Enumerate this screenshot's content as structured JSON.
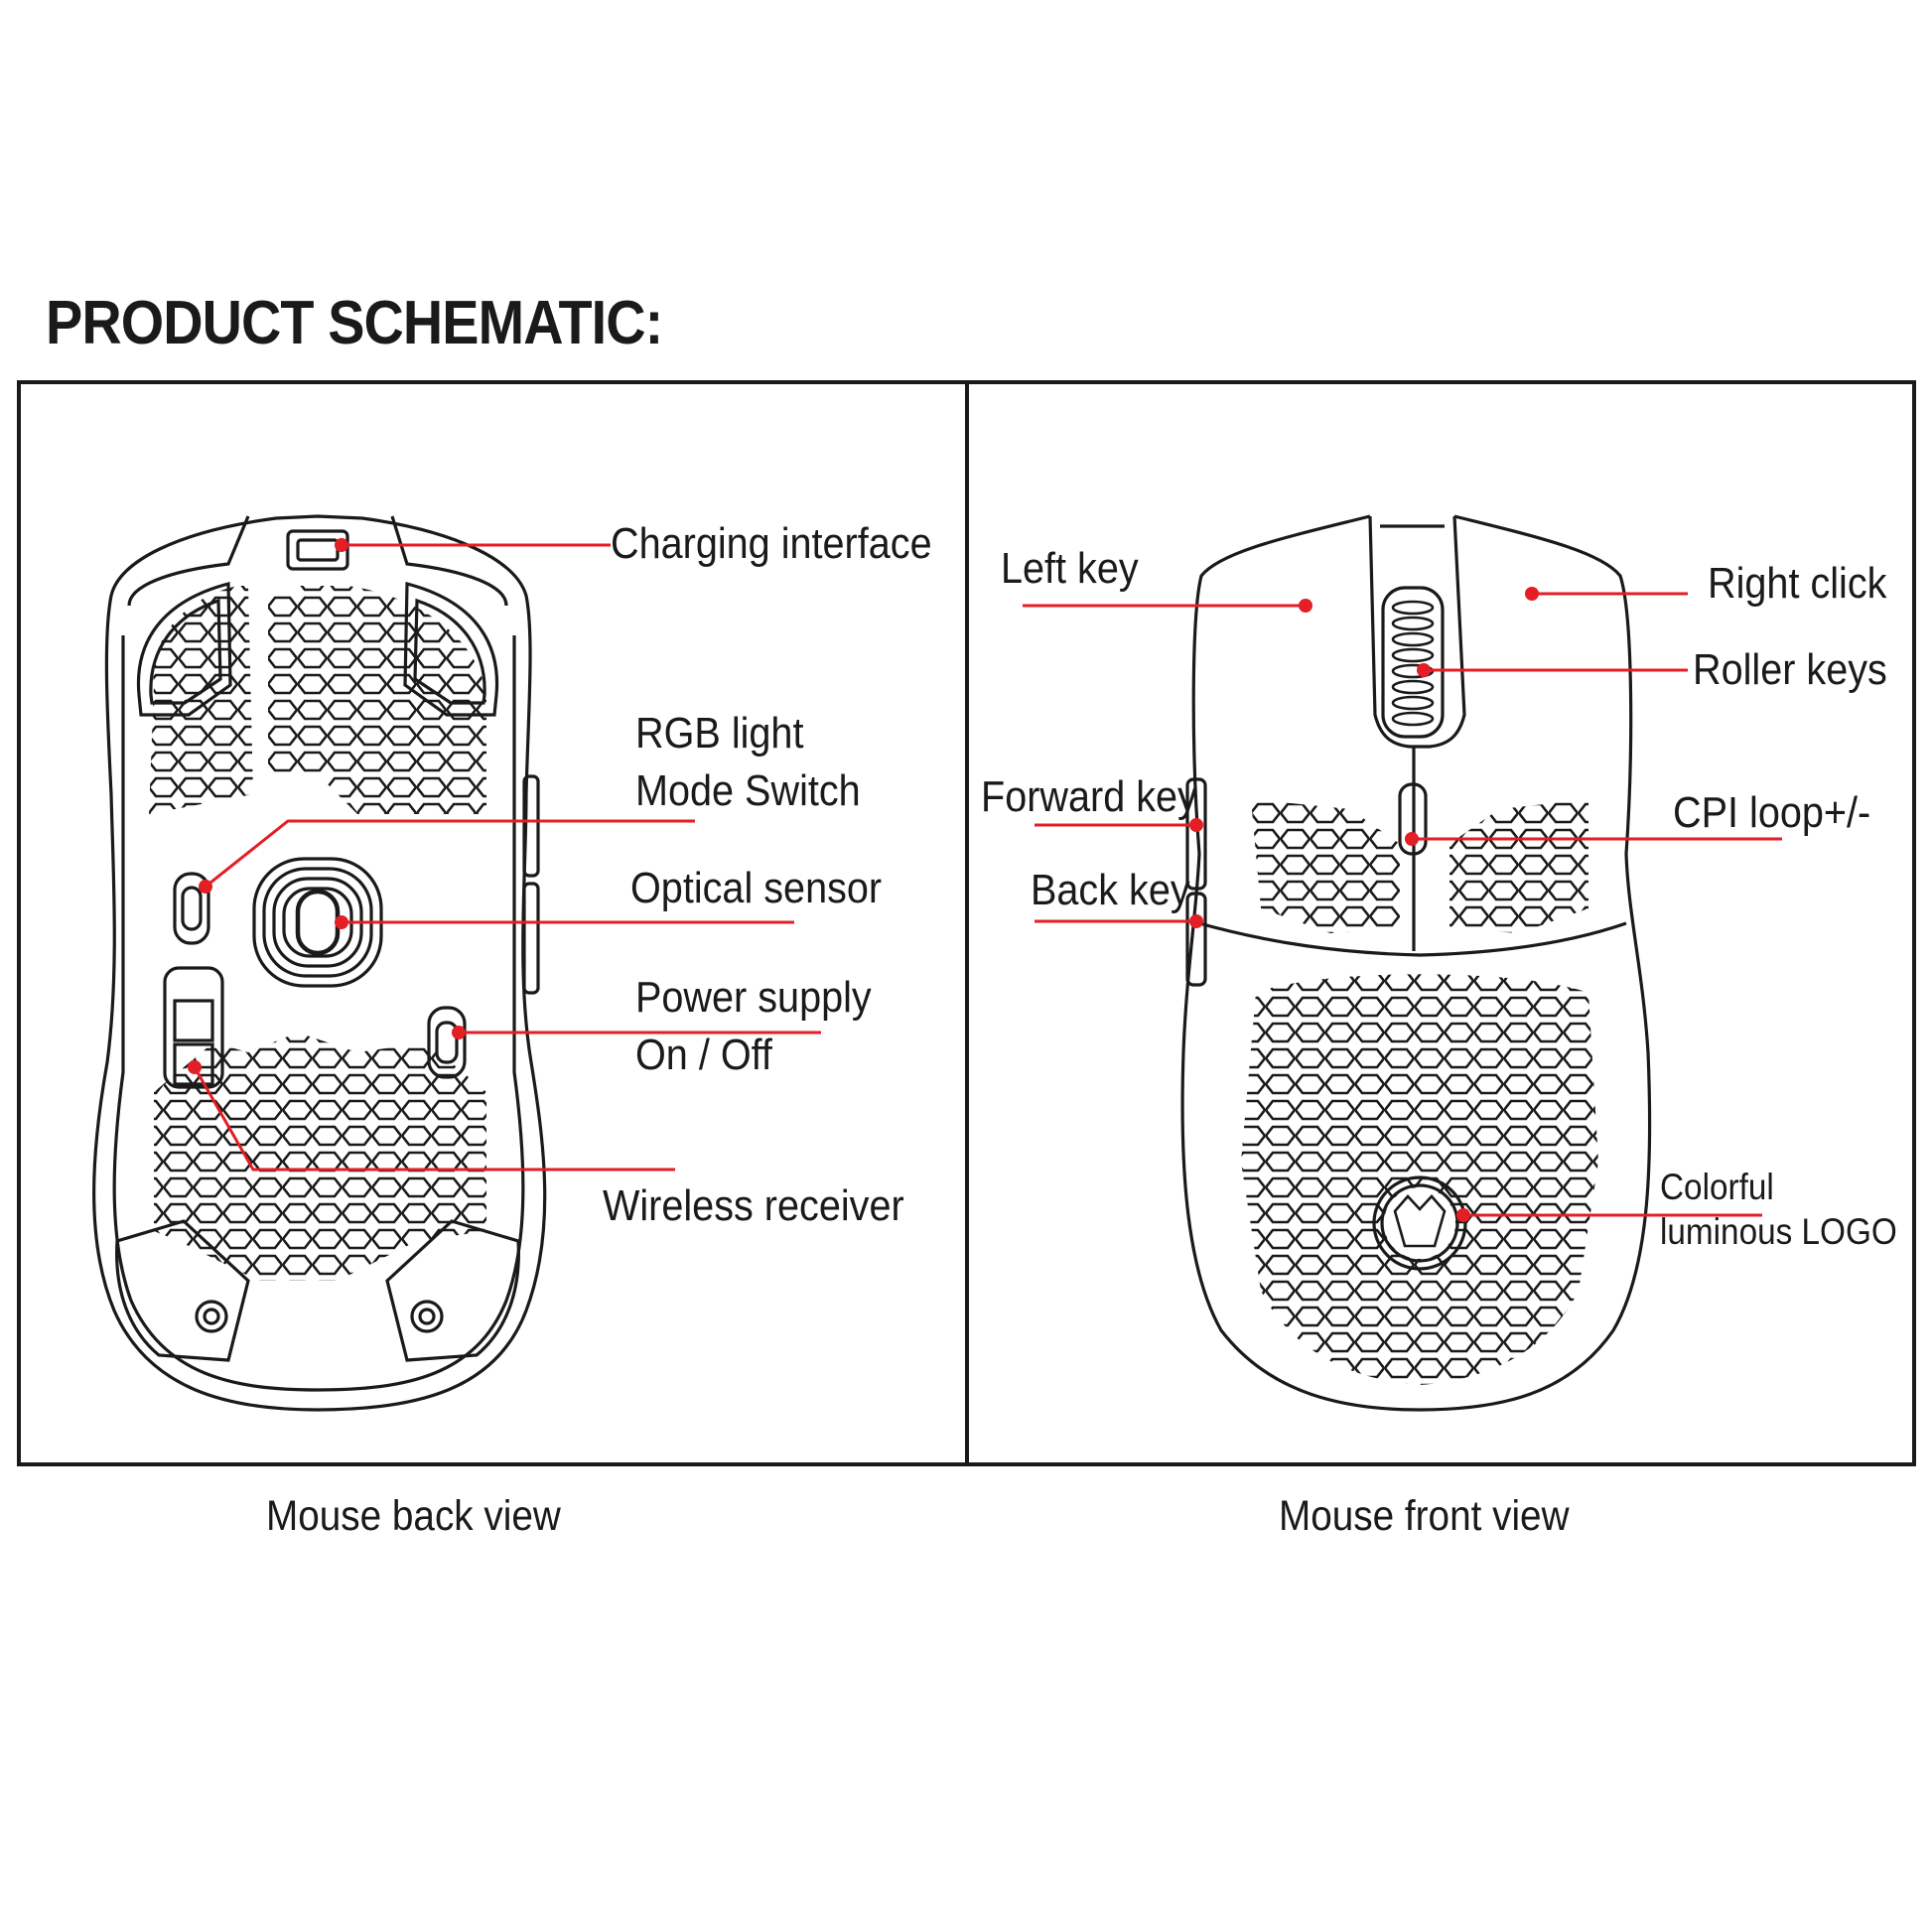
{
  "title": "PRODUCT SCHEMATIC:",
  "colors": {
    "leader": "#e31e24",
    "line": "#1a1a1a"
  },
  "back_view": {
    "caption": "Mouse back view",
    "labels": {
      "charging": "Charging interface",
      "rgb_line1": "RGB light",
      "rgb_line2": "Mode Switch",
      "sensor": "Optical sensor",
      "power_line1": "Power supply",
      "power_line2": "On / Off",
      "receiver": "Wireless receiver"
    }
  },
  "front_view": {
    "caption": "Mouse front view",
    "labels": {
      "left_key": "Left key",
      "right_click": "Right click",
      "roller": "Roller keys",
      "forward": "Forward key",
      "cpi": "CPI loop+/-",
      "back_key": "Back key",
      "logo_line1": "Colorful",
      "logo_line2": "luminous LOGO"
    }
  }
}
